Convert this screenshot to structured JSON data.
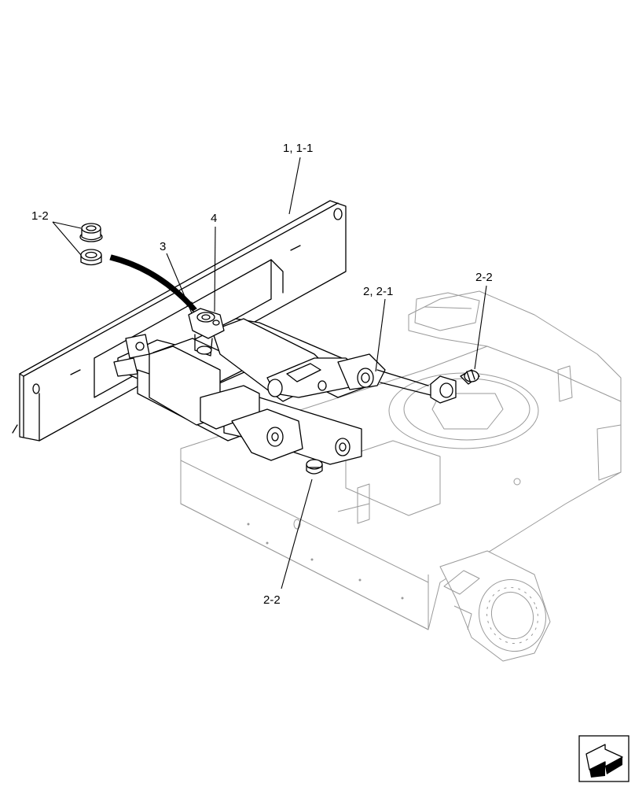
{
  "callouts": {
    "blade": "1, 1-1",
    "bushing_upper": "1-2",
    "pin_item_3": "3",
    "pin_item_4": "4",
    "cylinder": "2, 2-1",
    "bushing_right": "2-2",
    "bushing_lower": "2-2"
  },
  "icons": {
    "orientation": "forward-arrow-icon"
  }
}
